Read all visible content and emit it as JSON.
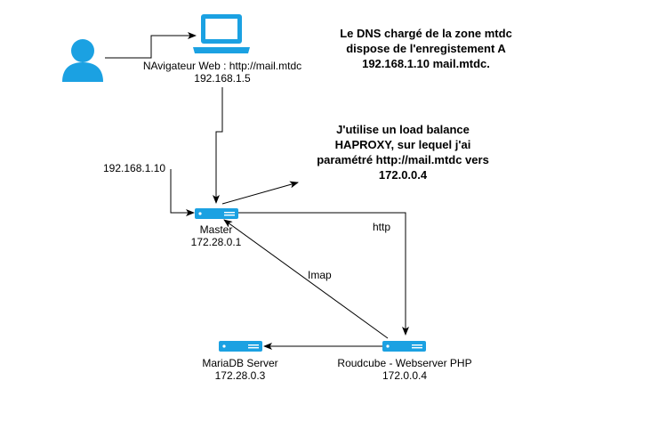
{
  "nodes": {
    "user": {
      "icon": "user-icon"
    },
    "laptop": {
      "icon": "laptop-icon",
      "label_line1": "NAvigateur Web : http://mail.mtdc",
      "label_line2": "192.168.1.5"
    },
    "master": {
      "icon": "server-icon",
      "label_line1": "Master",
      "label_line2": "172.28.0.1"
    },
    "webserver": {
      "icon": "server-icon",
      "label_line1": "Roudcube - Webserver PHP",
      "label_line2": "172.0.0.4"
    },
    "mariadb": {
      "icon": "server-icon",
      "label_line1": "MariaDB Server",
      "label_line2": "172.28.0.3"
    }
  },
  "edge_labels": {
    "external_ip": "192.168.1.10",
    "http": "http",
    "imap": "Imap"
  },
  "notes": {
    "dns": [
      "Le DNS chargé de la zone mtdc",
      "dispose de l'enregistement A",
      "192.168.1.10 mail.mtdc."
    ],
    "haproxy": [
      "J'utilise un load balance",
      "HAPROXY, sur lequel j'ai",
      "paramétré http://mail.mtdc vers",
      "172.0.0.4"
    ]
  },
  "colors": {
    "icon": "#1ba1e2",
    "line": "#000000"
  }
}
